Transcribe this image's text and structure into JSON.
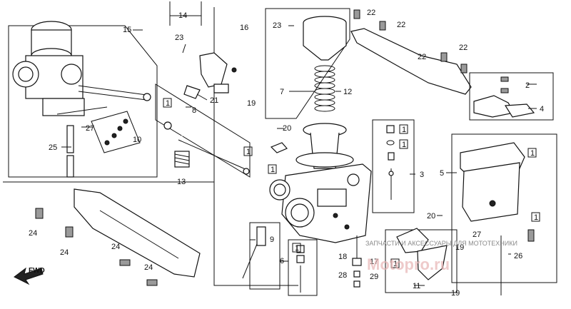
{
  "labels": {
    "l1": "1",
    "l2": "2",
    "l3": "3",
    "l4": "4",
    "l5": "5",
    "l6": "6",
    "l7": "7",
    "l8": "8",
    "l9": "9",
    "l10": "10",
    "l11": "11",
    "l12": "12",
    "l13": "13",
    "l14": "14",
    "l15": "15",
    "l16": "16",
    "l17": "17",
    "l18": "18",
    "l19": "19",
    "l20": "20",
    "l21": "21",
    "l22": "22",
    "l23": "23",
    "l24": "24",
    "l25": "25",
    "l26": "26",
    "l27": "27",
    "l28": "28",
    "l29": "29"
  },
  "fwd": "FWD",
  "watermark": {
    "tagline": "ЗАПЧАСТИ И АКСЕССУАРЫ ДЛЯ МОТОТЕХНИКИ",
    "brand": "Motopro.ru"
  }
}
